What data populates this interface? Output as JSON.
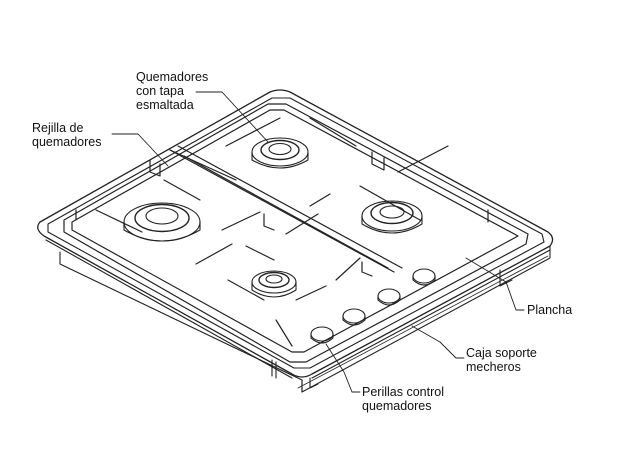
{
  "diagram": {
    "labels": {
      "burners": [
        "Quemadores",
        "con tapa",
        "esmaltada"
      ],
      "grate": [
        "Rejilla de",
        "quemadores"
      ],
      "plate": [
        "Plancha"
      ],
      "housing": [
        "Caja soporte",
        "mecheros"
      ],
      "knobs": [
        "Perillas control",
        "quemadores"
      ]
    },
    "colors": {
      "line": "#222222",
      "fill": "#ffffff",
      "text": "#111111"
    }
  }
}
